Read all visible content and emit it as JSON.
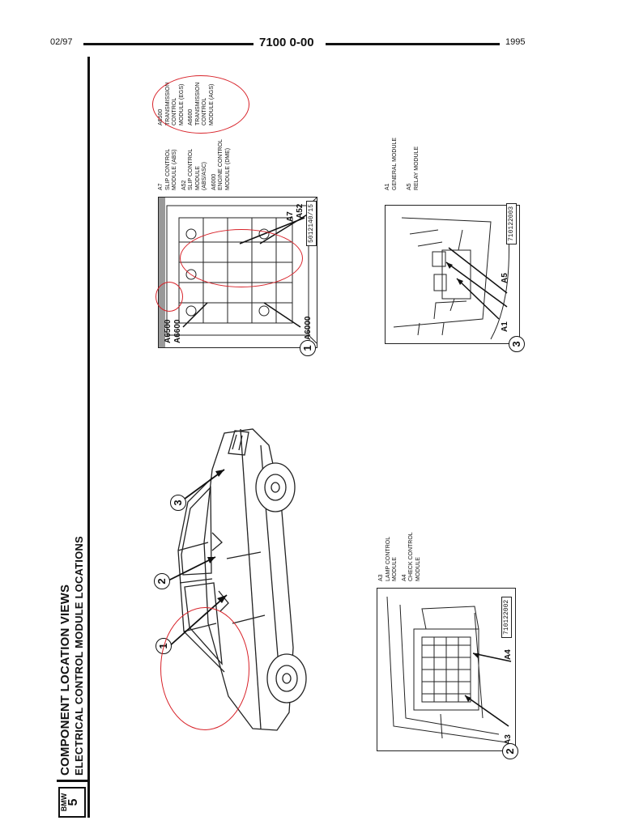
{
  "header": {
    "date": "02/97",
    "doc_number": "7100 0-00",
    "year": "1995"
  },
  "badge": {
    "brand": "BMW",
    "series": "5"
  },
  "titles": {
    "main": "COMPONENT LOCATION VIEWS",
    "sub": "ELECTRICAL CONTROL MODULE LOCATIONS"
  },
  "callouts": [
    "1",
    "2",
    "3"
  ],
  "figure1": {
    "number": "1",
    "image_code": "5012140/15",
    "labels": [
      "A6500",
      "A6600",
      "A7",
      "A52",
      "A6000"
    ],
    "legend": [
      {
        "code": "A7",
        "lines": [
          "SLIP CONTROL",
          "MODULE (ABS)"
        ]
      },
      {
        "code": "A52",
        "lines": [
          "SLIP CONTROL",
          "MODULE",
          "(ABS/ASC)"
        ]
      },
      {
        "code": "A6000",
        "lines": [
          "ENGINE CONTROL",
          "MODULE (DME)"
        ]
      },
      {
        "code": "A6500",
        "lines": [
          "TRANSMISSION",
          "CONTROL",
          "MODULE (EGS)"
        ]
      },
      {
        "code": "A6600",
        "lines": [
          "TRANSMISSION",
          "CONTROL",
          "MODULE (AGS)"
        ]
      }
    ]
  },
  "figure2": {
    "number": "2",
    "image_code": "710122002",
    "labels": [
      "A3",
      "A4"
    ],
    "legend": [
      {
        "code": "A3",
        "lines": [
          "LAMP CONTROL",
          "MODULE"
        ]
      },
      {
        "code": "A4",
        "lines": [
          "CHECK CONTROL",
          "MODULE"
        ]
      }
    ]
  },
  "figure3": {
    "number": "3",
    "image_code": "710122003",
    "labels": [
      "A1",
      "A5"
    ],
    "legend": [
      {
        "code": "A1",
        "lines": [
          "GENERAL MODULE"
        ]
      },
      {
        "code": "A5",
        "lines": [
          "RELAY MODULE"
        ]
      }
    ]
  },
  "colors": {
    "annotation_red": "#d8232a",
    "ink": "#111111"
  }
}
